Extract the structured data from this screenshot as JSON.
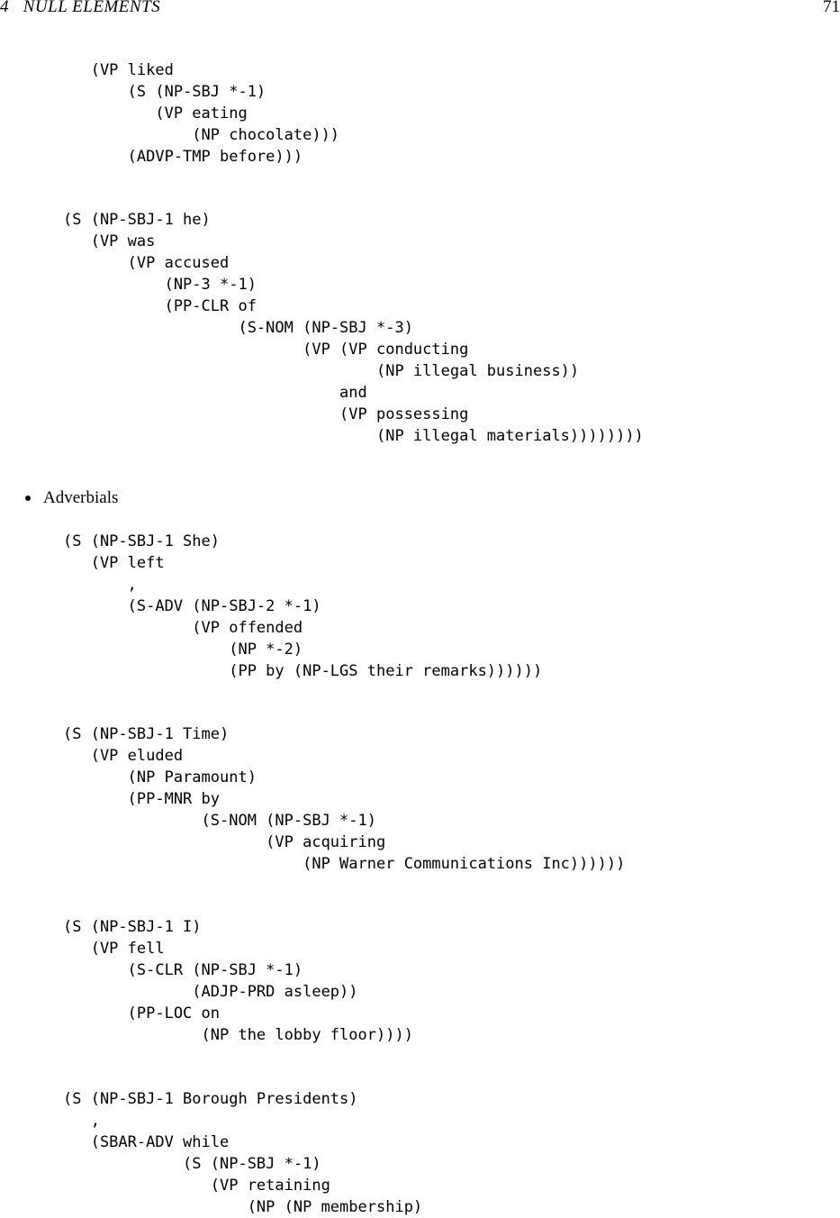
{
  "header": {
    "section": "4   NULL ELEMENTS",
    "page_number": "71"
  },
  "blocks": [
    {
      "lines": [
        "   (VP liked",
        "       (S (NP-SBJ *-1)",
        "          (VP eating",
        "              (NP chocolate)))",
        "       (ADVP-TMP before)))"
      ]
    },
    {
      "lines": [
        "(S (NP-SBJ-1 he)",
        "   (VP was",
        "       (VP accused",
        "           (NP-3 *-1)",
        "           (PP-CLR of",
        "                   (S-NOM (NP-SBJ *-3)",
        "                          (VP (VP conducting",
        "                                  (NP illegal business))",
        "                              and",
        "                              (VP possessing",
        "                                  (NP illegal materials))))))))"
      ]
    },
    {
      "lines": [
        "(S (NP-SBJ-1 She)",
        "   (VP left",
        "       ,",
        "       (S-ADV (NP-SBJ-2 *-1)",
        "              (VP offended",
        "                  (NP *-2)",
        "                  (PP by (NP-LGS their remarks))))))"
      ]
    },
    {
      "lines": [
        "(S (NP-SBJ-1 Time)",
        "   (VP eluded",
        "       (NP Paramount)",
        "       (PP-MNR by",
        "               (S-NOM (NP-SBJ *-1)",
        "                      (VP acquiring",
        "                          (NP Warner Communications Inc))))))"
      ]
    },
    {
      "lines": [
        "(S (NP-SBJ-1 I)",
        "   (VP fell",
        "       (S-CLR (NP-SBJ *-1)",
        "              (ADJP-PRD asleep))",
        "       (PP-LOC on",
        "               (NP the lobby floor))))"
      ]
    },
    {
      "lines": [
        "(S (NP-SBJ-1 Borough Presidents)",
        "   ,",
        "   (SBAR-ADV while",
        "             (S (NP-SBJ *-1)",
        "                (VP retaining",
        "                    (NP (NP membership)"
      ]
    }
  ],
  "bullet": {
    "label": "Adverbials"
  }
}
